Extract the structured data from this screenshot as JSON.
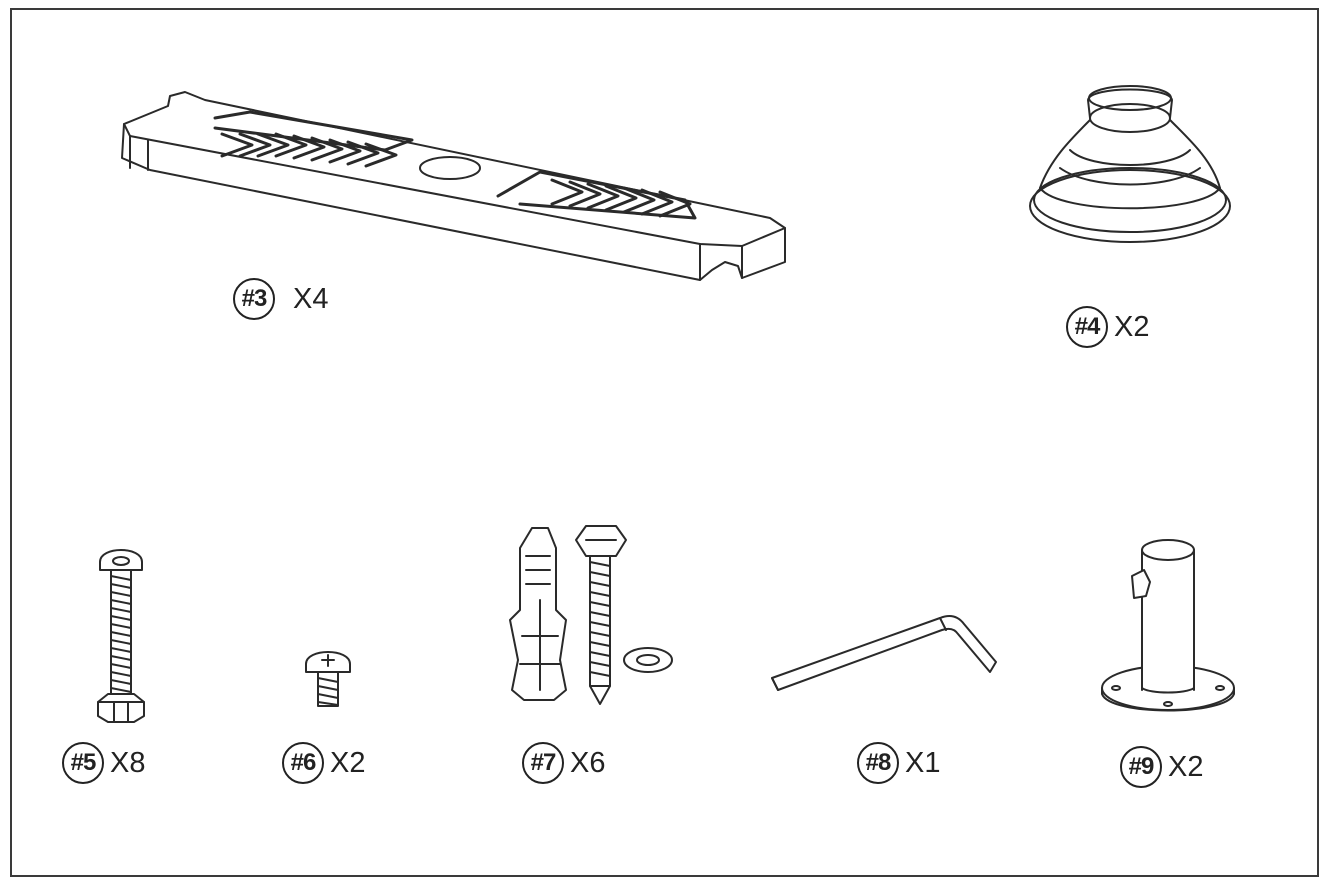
{
  "parts": [
    {
      "id": "part-3",
      "number": "#3",
      "quantity": "X4",
      "icon": "tread-plate-icon"
    },
    {
      "id": "part-4",
      "number": "#4",
      "quantity": "X2",
      "icon": "rubber-foot-cap-icon"
    },
    {
      "id": "part-5",
      "number": "#5",
      "quantity": "X8",
      "icon": "long-bolt-with-nut-icon"
    },
    {
      "id": "part-6",
      "number": "#6",
      "quantity": "X2",
      "icon": "short-screw-icon"
    },
    {
      "id": "part-7",
      "number": "#7",
      "quantity": "X6",
      "icon": "anchor-screw-washer-icon"
    },
    {
      "id": "part-8",
      "number": "#8",
      "quantity": "X1",
      "icon": "allen-key-icon"
    },
    {
      "id": "part-9",
      "number": "#9",
      "quantity": "X2",
      "icon": "flange-post-socket-icon"
    }
  ]
}
